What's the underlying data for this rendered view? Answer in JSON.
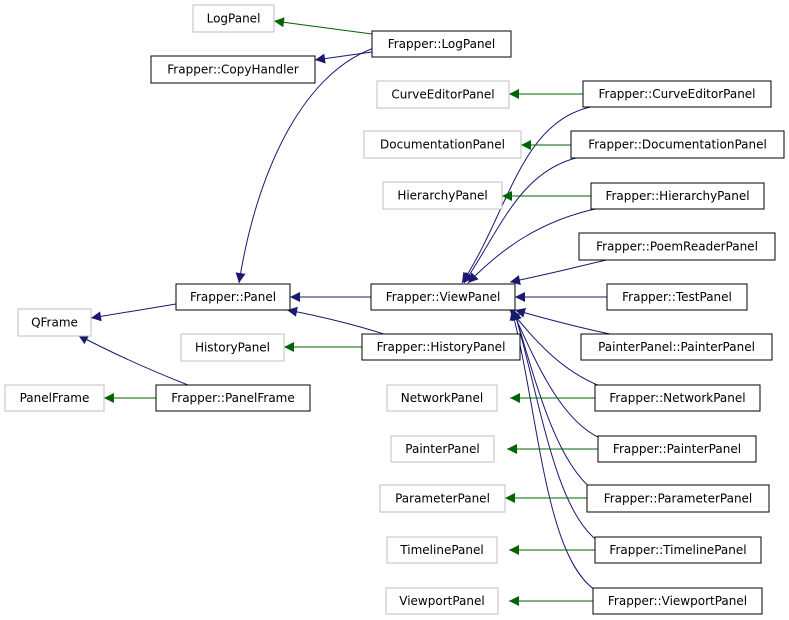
{
  "colors": {
    "inherit_edge": "#191970",
    "template_edge": "#006400",
    "node_border": "#000000",
    "external_node_border": "#bfbfbf"
  },
  "nodes": {
    "logpanel": "LogPanel",
    "frapper_logpanel": "Frapper::LogPanel",
    "frapper_copyhandler": "Frapper::CopyHandler",
    "curveeditorpanel": "CurveEditorPanel",
    "frapper_curveeditorpanel": "Frapper::CurveEditorPanel",
    "documentationpanel": "DocumentationPanel",
    "frapper_documentationpanel": "Frapper::DocumentationPanel",
    "hierarchypanel": "HierarchyPanel",
    "frapper_hierarchypanel": "Frapper::HierarchyPanel",
    "frapper_poemreaderpanel": "Frapper::PoemReaderPanel",
    "frapper_panel": "Frapper::Panel",
    "frapper_viewpanel": "Frapper::ViewPanel",
    "frapper_testpanel": "Frapper::TestPanel",
    "qframe": "QFrame",
    "historypanel": "HistoryPanel",
    "frapper_historypanel": "Frapper::HistoryPanel",
    "painterpanel_painterpanel": "PainterPanel::PainterPanel",
    "panelframe": "PanelFrame",
    "frapper_panelframe": "Frapper::PanelFrame",
    "networkpanel": "NetworkPanel",
    "frapper_networkpanel": "Frapper::NetworkPanel",
    "painterpanel": "PainterPanel",
    "frapper_painterpanel": "Frapper::PainterPanel",
    "parameterpanel": "ParameterPanel",
    "frapper_parameterpanel": "Frapper::ParameterPanel",
    "timelinepanel": "TimelinePanel",
    "frapper_timelinepanel": "Frapper::TimelinePanel",
    "viewportpanel": "ViewportPanel",
    "frapper_viewportpanel": "Frapper::ViewportPanel"
  }
}
